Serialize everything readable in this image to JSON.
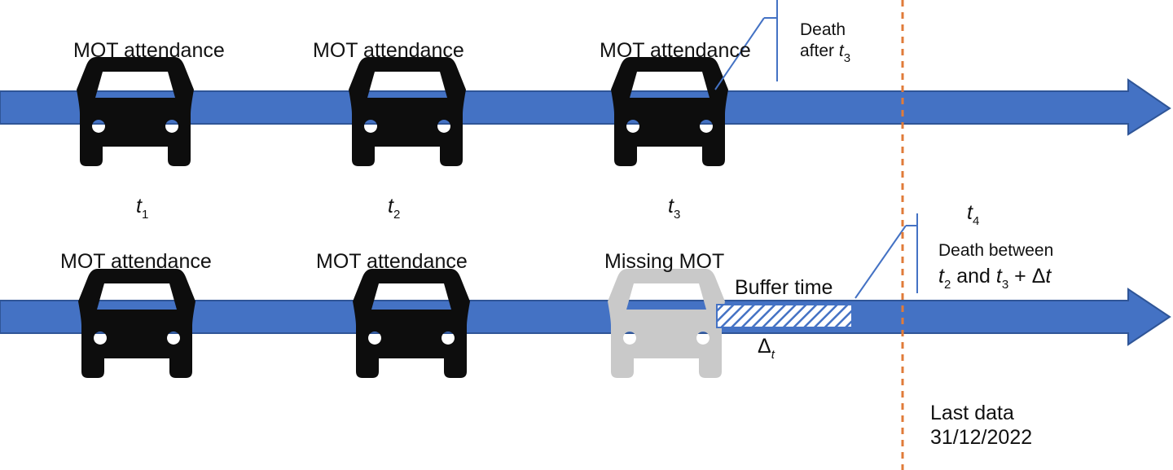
{
  "colors": {
    "timeline": "#4472c4",
    "timeline_stroke": "#2f5597",
    "car": "#0d0d0d",
    "car_missing": "#c9c9c9",
    "cutoff_line": "#e07b39",
    "hatch": "#4472c4",
    "pointer_line": "#4472c4"
  },
  "icons": {
    "car": "car-icon",
    "missing_car": "car-icon-faded"
  },
  "timeline1": {
    "labels": [
      "MOT attendance",
      "MOT attendance",
      "MOT attendance"
    ],
    "times": [
      {
        "symbol": "t",
        "sub": "1"
      },
      {
        "symbol": "t",
        "sub": "2"
      },
      {
        "symbol": "t",
        "sub": "3"
      }
    ],
    "death_line1": "Death",
    "death_line2_prefix": "after ",
    "death_symbol": "t",
    "death_sub": "3"
  },
  "timeline2": {
    "labels": [
      "MOT attendance",
      "MOT attendance",
      "Missing MOT"
    ],
    "buffer_label": "Buffer time",
    "delta_symbol": "Δ",
    "delta_sub": "t",
    "t4_symbol": "t",
    "t4_sub": "4",
    "death_line1": "Death between",
    "death_t2_symbol": "t",
    "death_t2_sub": "2",
    "death_and": " and ",
    "death_t3_symbol": "t",
    "death_t3_sub": "3",
    "death_plus": " + Δ",
    "death_dt": "t"
  },
  "cutoff": {
    "line1": "Last data",
    "line2": "31/12/2022"
  }
}
